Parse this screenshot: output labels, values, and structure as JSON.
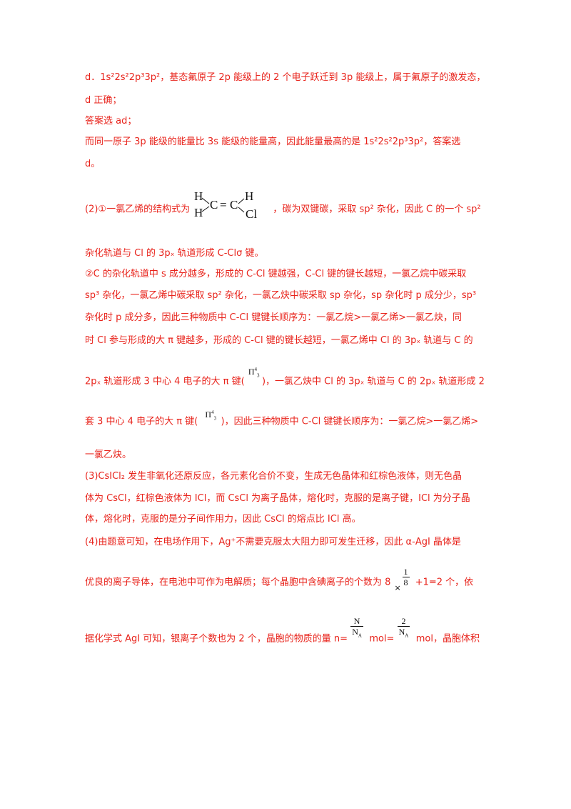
{
  "lines": {
    "l1": "d．1s²2s²2p³3p²，基态氟原子 2p 能级上的 2 个电子跃迁到 3p 能级上，属于氟原子的激发态，",
    "l2": "d 正确；",
    "l3": "答案选 ad；",
    "l4": "而同一原子 3p 能级的能量比 3s 能级的能量高，因此能量最高的是 1s²2s²2p³3p²，答案选",
    "l5": "d。",
    "l6a": "(2)①一氯乙烯的结构式为",
    "l6b": "，碳为双键碳，采取 sp² 杂化，因此 C 的一个 sp²",
    "l7": "杂化轨道与 Cl 的 3pₓ 轨道形成 C-Clσ 键。",
    "l8": "②C 的杂化轨道中 s 成分越多，形成的 C-Cl 键越强，C-Cl 键的键长越短，一氯乙烷中碳采取",
    "l9": "sp³ 杂化，一氯乙烯中碳采取 sp² 杂化，一氯乙炔中碳采取 sp 杂化，sp 杂化时 p 成分少，sp³",
    "l10": "杂化时 p 成分多，因此三种物质中 C-Cl 键键长顺序为：一氯乙烷>一氯乙烯>一氯乙炔，同",
    "l11": "时 Cl 参与形成的大 π 键越多，形成的 C-Cl 键的键长越短，一氯乙烯中 Cl 的 3pₓ 轨道与 C 的",
    "l12a": "2pₓ 轨道形成 3 中心 4 电子的大 π 键(",
    "l12b": ")，一氯乙炔中 Cl 的 3pₓ 轨道与 C 的 2pₓ 轨道形成 2",
    "l13a": "套 3 中心 4 电子的大 π 键(",
    "l13b": ")，因此三种物质中 C-Cl 键键长顺序为：一氯乙烷>一氯乙烯>",
    "l14": "一氯乙炔。",
    "l15": "(3)CsICl₂ 发生非氧化还原反应，各元素化合价不变，生成无色晶体和红棕色液体，则无色晶",
    "l16": "体为 CsCl，红棕色液体为 ICl，而 CsCl 为离子晶体，熔化时，克服的是离子键，ICl 为分子晶",
    "l17": "体，熔化时，克服的是分子间作用力，因此 CsCl 的熔点比 ICl 高。",
    "l18": "(4)由题意可知，在电场作用下，Ag⁺不需要克服太大阻力即可发生迁移，因此 α-AgI 晶体是",
    "l19a": "优良的离子导体，在电池中可作为电解质；每个晶胞中含碘离子的个数为 8",
    "l19b": "+1=2 个，依",
    "l20a": "据化学式 AgI 可知，银离子个数也为 2 个，晶胞的物质的量 n=",
    "l20b": " mol=",
    "l20c": " mol，晶胞体积"
  },
  "math": {
    "pi": "Π",
    "pi_sup": "4",
    "pi_sub": "3",
    "times": "×",
    "frac1_num": "1",
    "frac1_den": "8",
    "frac2_num": "N",
    "frac2_den": "N",
    "frac2_den_sub": "A",
    "frac3_num": "2",
    "frac3_den": "N",
    "frac3_den_sub": "A"
  },
  "structure": {
    "h1": "H",
    "h2": "H",
    "h3": "H",
    "c1": "C",
    "c2": "C",
    "cl": "Cl",
    "dbl": "="
  }
}
